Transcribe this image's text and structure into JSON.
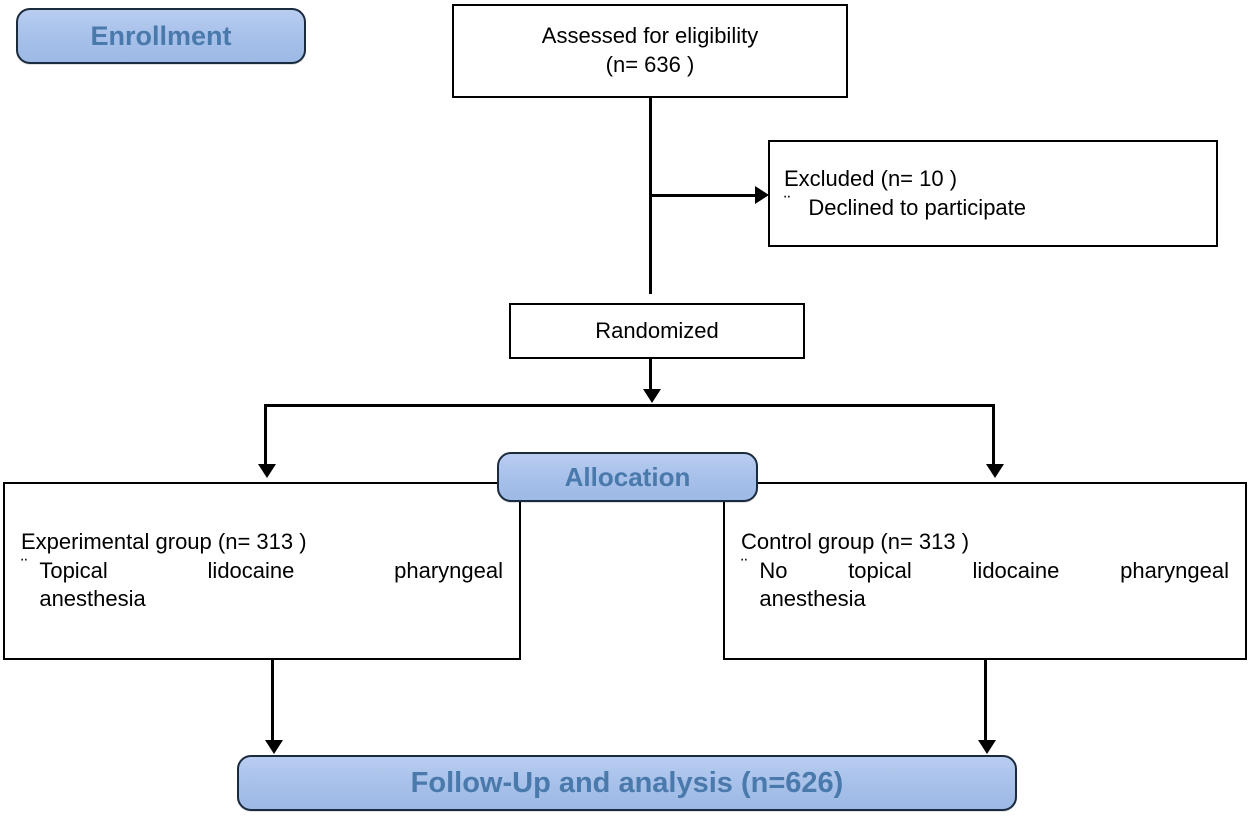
{
  "diagram": {
    "title": "CONSORT participant flow diagram",
    "type": "flowchart",
    "colors": {
      "banner_fill": "#a6c0e9",
      "banner_text": "#4a79ab",
      "banner_border": "#1b2b3e",
      "box_border": "#000000",
      "box_fill": "#ffffff",
      "text": "#000000"
    }
  },
  "stages": {
    "enrollment": {
      "label": "Enrollment"
    },
    "allocation": {
      "label": "Allocation"
    },
    "followup": {
      "label": "Follow-Up and analysis (n=626)"
    }
  },
  "boxes": {
    "assessed": {
      "line1": "Assessed for eligibility",
      "line2": "(n= 636 )",
      "n": 636
    },
    "excluded": {
      "heading": "Excluded  (n= 10 )",
      "n": 10,
      "bullet_mark": "¨",
      "reason": "Declined to participate"
    },
    "randomized": {
      "label": "Randomized"
    },
    "experimental": {
      "heading": "Experimental group (n= 313 )",
      "n": 313,
      "bullet_mark": "¨",
      "detail_line1": "Topical lidocaine pharyngeal",
      "detail_line2": "anesthesia"
    },
    "control": {
      "heading": "Control group (n= 313 )",
      "n": 313,
      "bullet_mark": "¨",
      "detail_line1": "No topical lidocaine pharyngeal",
      "detail_line2": "anesthesia"
    }
  }
}
